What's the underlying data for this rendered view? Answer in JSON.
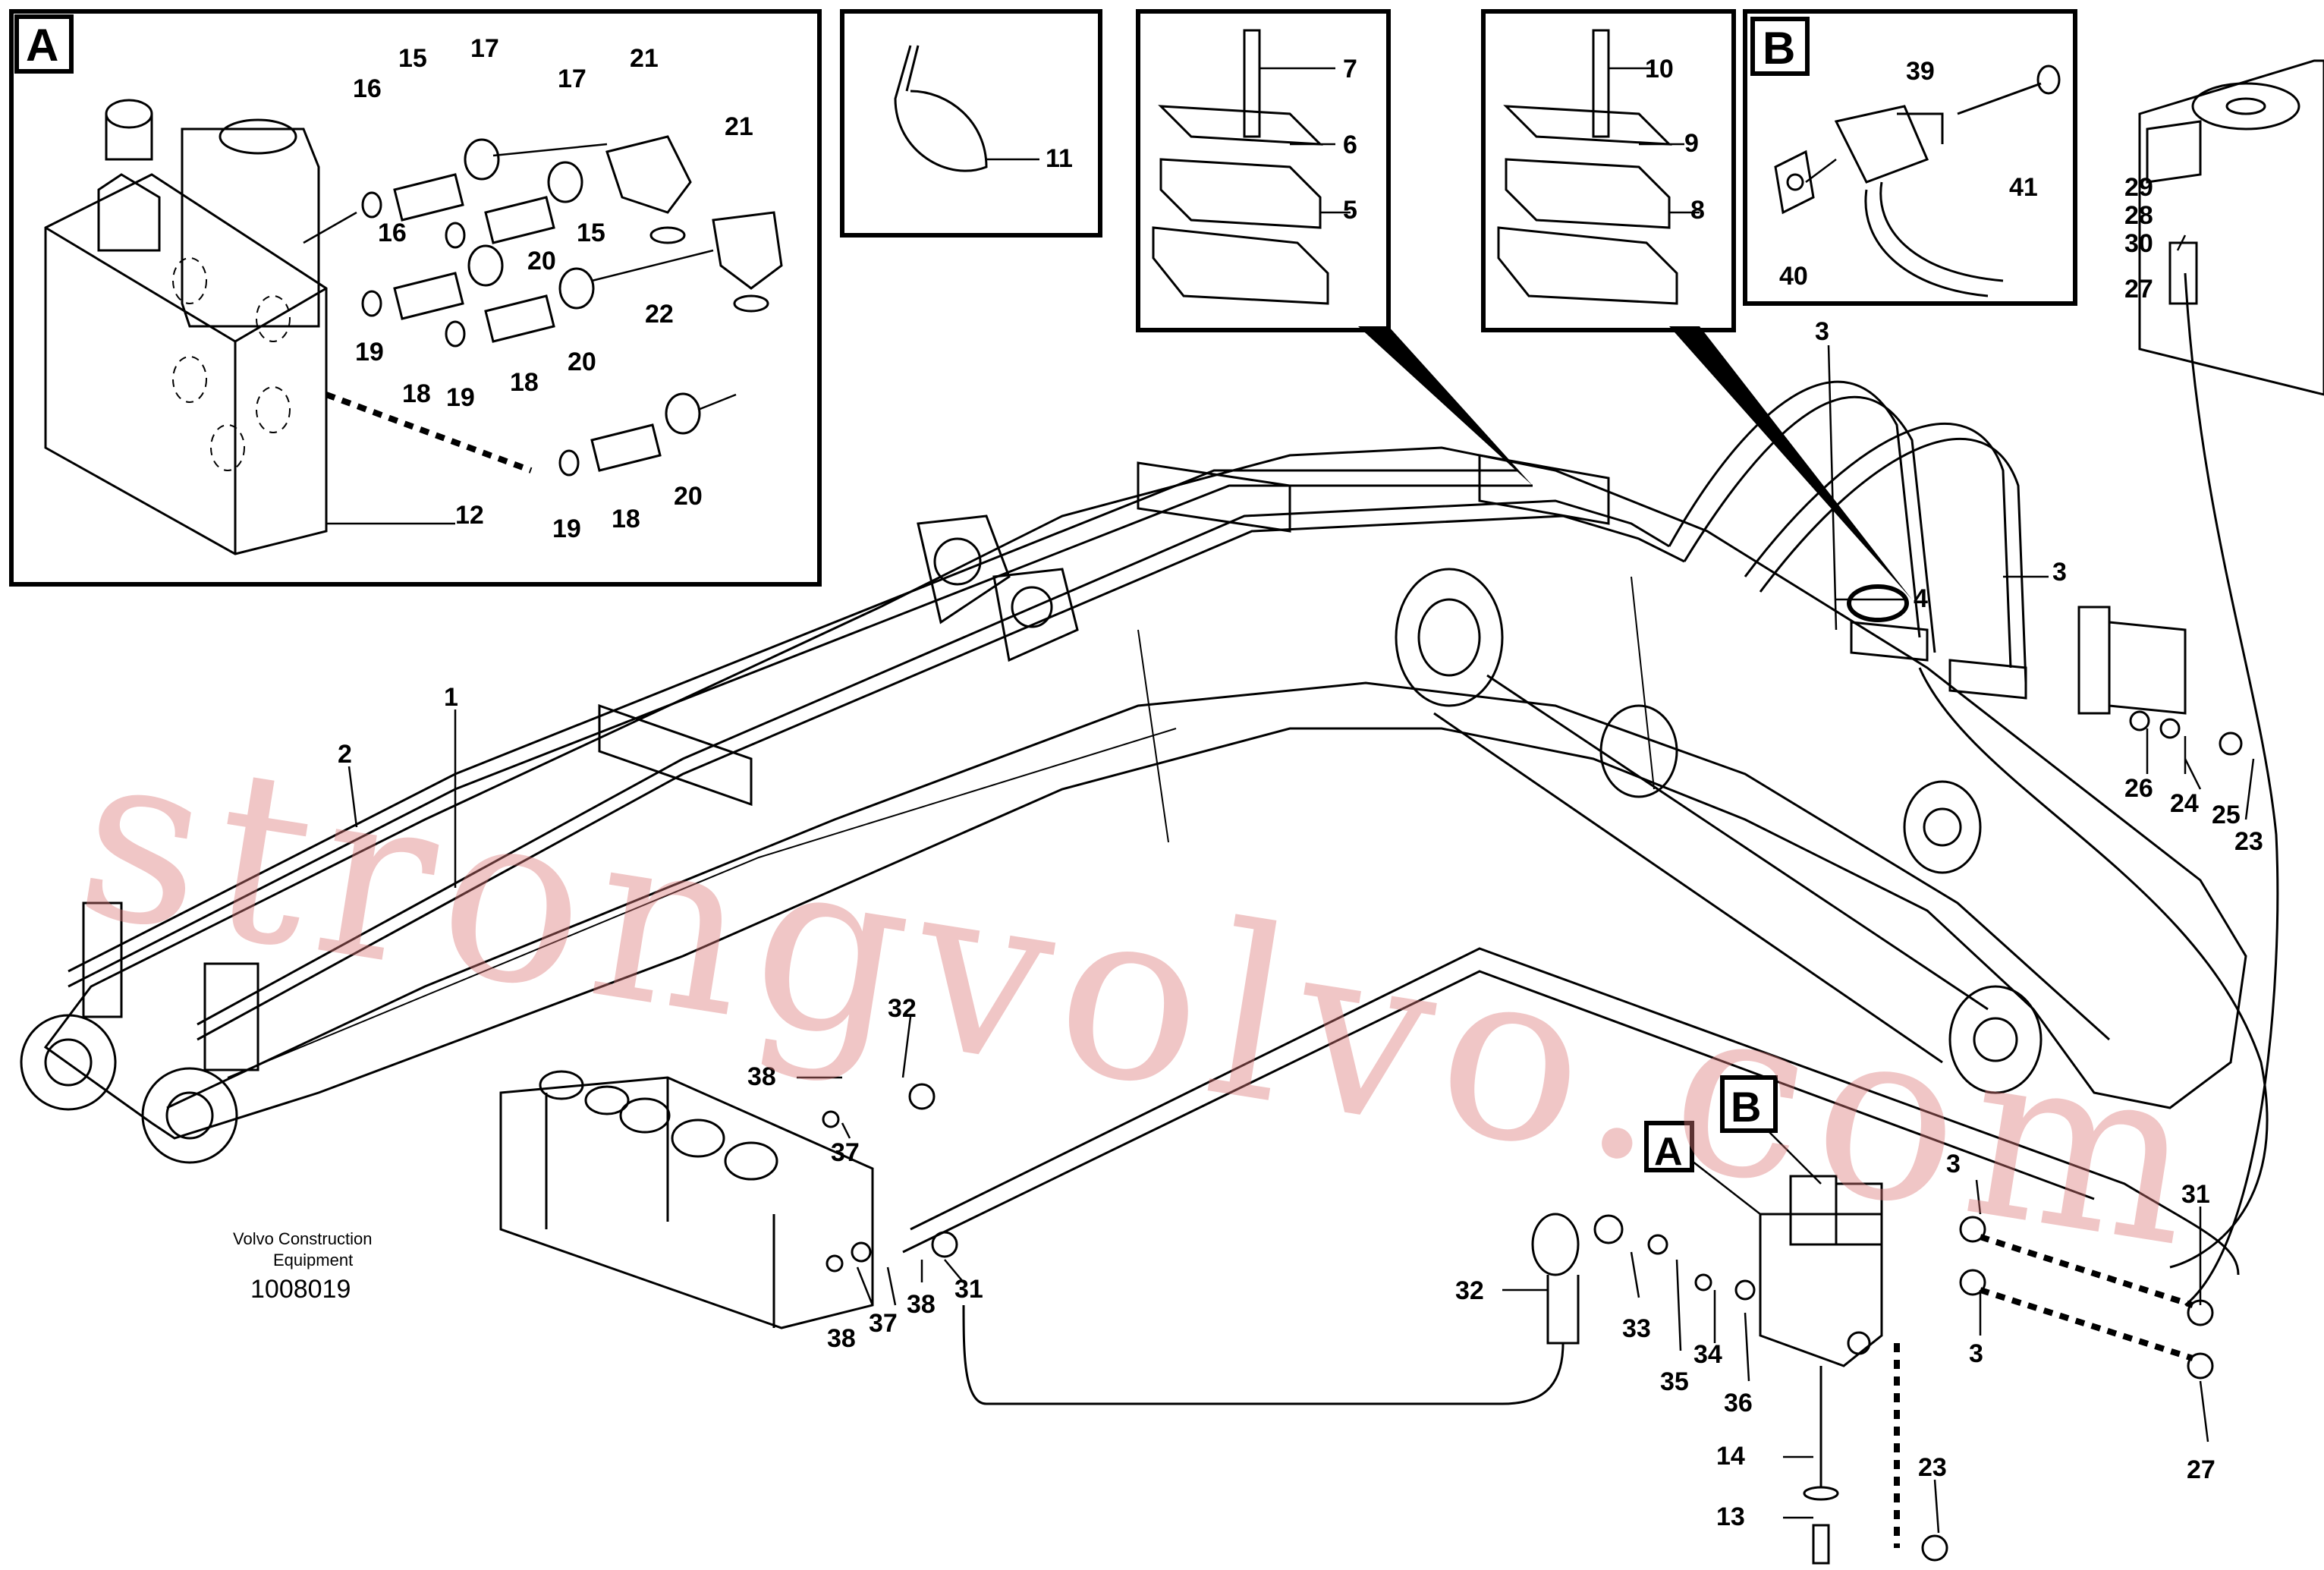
{
  "detail_boxes": [
    {
      "id": "A",
      "letter": "A"
    },
    {
      "id": "B",
      "letter": "B"
    }
  ],
  "callouts_on_diagram": [
    {
      "id": "A",
      "letter": "A"
    },
    {
      "id": "B",
      "letter": "B"
    }
  ],
  "labels": {
    "l1": "1",
    "l2": "2",
    "l3a": "3",
    "l3b": "3",
    "l3c": "3",
    "l3d": "3",
    "l4": "4",
    "l5": "5",
    "l6": "6",
    "l7": "7",
    "l8": "8",
    "l9": "9",
    "l10": "10",
    "l11": "11",
    "l12": "12",
    "l13": "13",
    "l14": "14",
    "l15a": "15",
    "l15b": "15",
    "l16a": "16",
    "l16b": "16",
    "l17a": "17",
    "l17b": "17",
    "l18a": "18",
    "l18b": "18",
    "l18c": "18",
    "l19a": "19",
    "l19b": "19",
    "l19c": "19",
    "l20a": "20",
    "l20b": "20",
    "l20c": "20",
    "l21a": "21",
    "l21b": "21",
    "l22": "22",
    "l23a": "23",
    "l23b": "23",
    "l24": "24",
    "l25": "25",
    "l26": "26",
    "l27a": "27",
    "l27b": "27",
    "l28": "28",
    "l29": "29",
    "l30": "30",
    "l31a": "31",
    "l31b": "31",
    "l32a": "32",
    "l32b": "32",
    "l33": "33",
    "l34": "34",
    "l35": "35",
    "l36": "36",
    "l37a": "37",
    "l37b": "37",
    "l38a": "38",
    "l38b": "38",
    "l38c": "38",
    "l39": "39",
    "l40": "40",
    "l41": "41"
  },
  "footer": {
    "company_line1": "Volvo Construction",
    "company_line2": "Equipment",
    "drawing_number": "1008019"
  },
  "watermark": "strongvolvo.com"
}
